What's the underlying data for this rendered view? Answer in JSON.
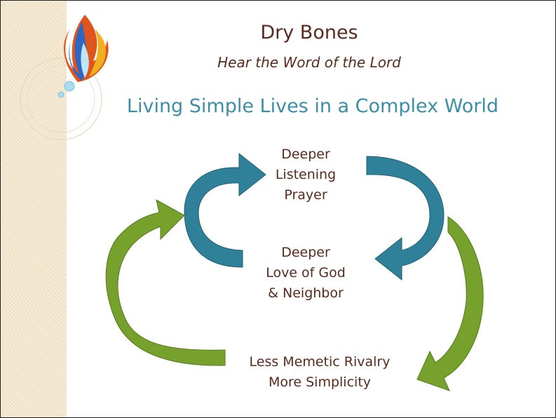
{
  "slide": {
    "title": "Dry Bones",
    "subtitle": "Hear the Word of the Lord",
    "heading": "Living Simple Lives in a Complex World"
  },
  "diagram": {
    "nodes": {
      "top": [
        "Deeper",
        "Listening",
        "Prayer"
      ],
      "middle": [
        "Deeper",
        "Love of God",
        "& Neighbor"
      ],
      "bottom": [
        "Less Memetic Rivalry",
        "More Simplicity"
      ]
    },
    "colors": {
      "inner_cycle": "#2f8099",
      "outer_cycle": "#76a12c",
      "text": "#5a2a1e",
      "heading": "#3b8fa6"
    }
  }
}
